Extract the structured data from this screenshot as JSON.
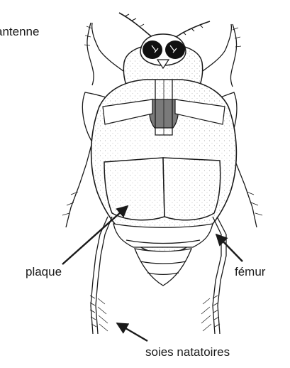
{
  "labels": {
    "antenne": "antenne",
    "plaque": "plaque",
    "femur": "fémur",
    "soies": "soies natatoires"
  },
  "colors": {
    "ink": "#1a1a1a",
    "body_stipple": "#f4f4f4",
    "coxa_shade": "#7a7a7a",
    "eye": "#111111"
  }
}
